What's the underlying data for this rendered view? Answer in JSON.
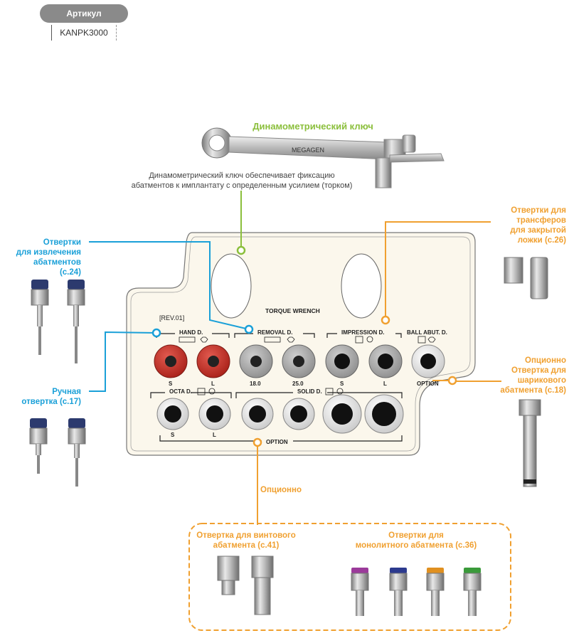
{
  "header": {
    "article_label": "Артикул",
    "sku": "KANPK3000"
  },
  "wrench": {
    "title": "Динамометрический ключ",
    "brand": "MEGAGEN",
    "description_line1": "Динамометрический ключ обеспечивает фиксацию",
    "description_line2": "абатментов к имплантату с определенным усилием (торком)"
  },
  "left_labels": {
    "removal": [
      "Отвертки",
      "для извлечения",
      "абатментов (с.24)"
    ],
    "hand": [
      "Ручная",
      "отвертка (с.17)"
    ]
  },
  "right_labels": {
    "transfer": [
      "Отвертки для",
      "трансферов",
      "для закрытой",
      "ложки (с.26)"
    ],
    "ball": [
      "Опционно",
      "Отвертка для",
      "шарикового",
      "абатмента (с.18)"
    ]
  },
  "tray": {
    "rev": "[REV.01]",
    "name": "TORQUE WRENCH",
    "groups": {
      "hand": "HAND D.",
      "removal": "REMOVAL D.",
      "impression": "IMPRESSION D.",
      "ball": "BALL ABUT. D.",
      "octa": "OCTA D.",
      "solid": "SOLID D.",
      "option_bottom": "OPTION"
    },
    "slot_labels": {
      "s": "S",
      "l": "L",
      "r18": "18.0",
      "r25": "25.0",
      "option": "OPTION"
    }
  },
  "bottom": {
    "option_label": "Опционно",
    "screw": [
      "Отвертка для винтового",
      "абатмента (с.41)"
    ],
    "solid": [
      "Отвертки для",
      "монолитного абатмента (с.36)"
    ]
  },
  "colors": {
    "blue": "#1aa0d8",
    "orange": "#f0a030",
    "green": "#8bbf3c",
    "red_slot": "#c8302a",
    "tray": "#fbf7ec"
  }
}
